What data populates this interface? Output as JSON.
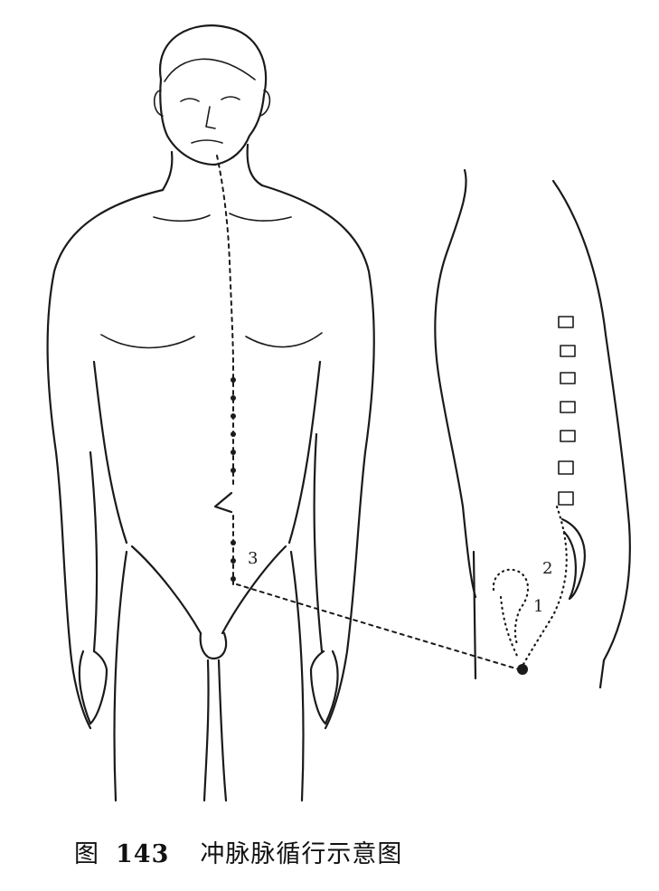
{
  "figure": {
    "caption_prefix": "图",
    "caption_number": "143",
    "caption_title": "冲脉脉循行示意图"
  },
  "markers": {
    "m1": "1",
    "m2": "2",
    "m3": "3"
  }
}
